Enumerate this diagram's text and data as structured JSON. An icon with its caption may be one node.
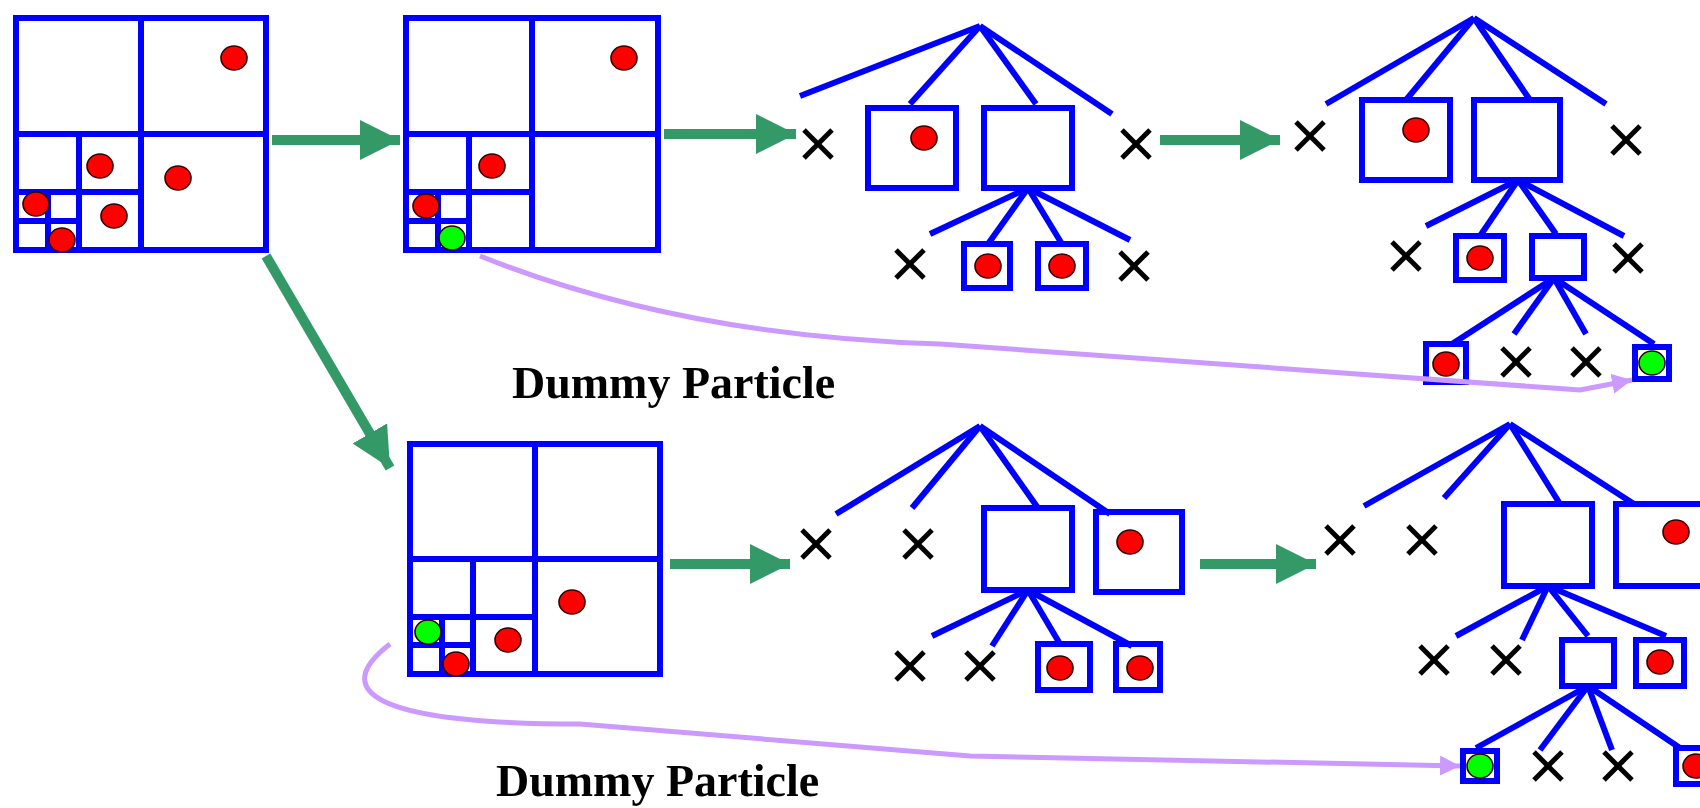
{
  "diagram": {
    "nodes": [
      {
        "text": [],
        "shape": "picture"
      },
      {
        "text": [],
        "shape": "picture"
      },
      {
        "text": [],
        "shape": "picture"
      },
      {
        "text": [],
        "shape": "picture"
      },
      {
        "text": [],
        "shape": "picture"
      },
      {
        "text": [],
        "shape": "picture"
      },
      {
        "text": [],
        "shape": "picture"
      },
      {
        "text": [],
        "shape": "box",
        "in": 3
      },
      {
        "text": [],
        "shape": "box",
        "in": 6
      }
    ],
    "edges": [
      {
        "from": 0,
        "to": 1,
        "arrow": "to"
      },
      {
        "from": 1,
        "to": 2,
        "arrow": "to"
      },
      {
        "from": 2,
        "to": 3,
        "arrow": "to"
      },
      {
        "from": 0,
        "to": 4,
        "arrow": "to"
      },
      {
        "from": 4,
        "to": 5,
        "arrow": "to"
      },
      {
        "from": 5,
        "to": 6,
        "arrow": "to"
      },
      {
        "from": 1,
        "to": 7,
        "arrow": "to",
        "label": "Dummy Particle",
        "color": "#cc99ff"
      },
      {
        "from": 4,
        "to": 8,
        "arrow": "to",
        "label": "Dummy Particle",
        "color": "#cc99ff"
      }
    ]
  }
}
